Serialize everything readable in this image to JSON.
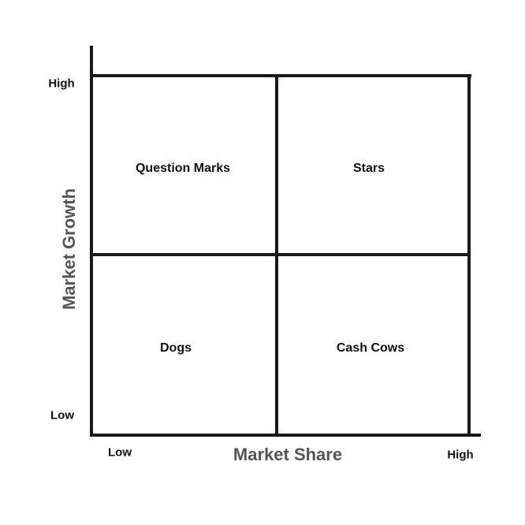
{
  "diagram": {
    "quadrants": {
      "top_left": "Question Marks",
      "top_right": "Stars",
      "bottom_left": "Dogs",
      "bottom_right": "Cash Cows"
    },
    "y_axis": {
      "title": "Market Growth",
      "high_label": "High",
      "low_label": "Low"
    },
    "x_axis": {
      "title": "Market Share",
      "low_label": "Low",
      "high_label": "High"
    },
    "colors": {
      "lines": "#1a1a1a",
      "labels": "#111111",
      "axis_titles": "#555555"
    }
  }
}
